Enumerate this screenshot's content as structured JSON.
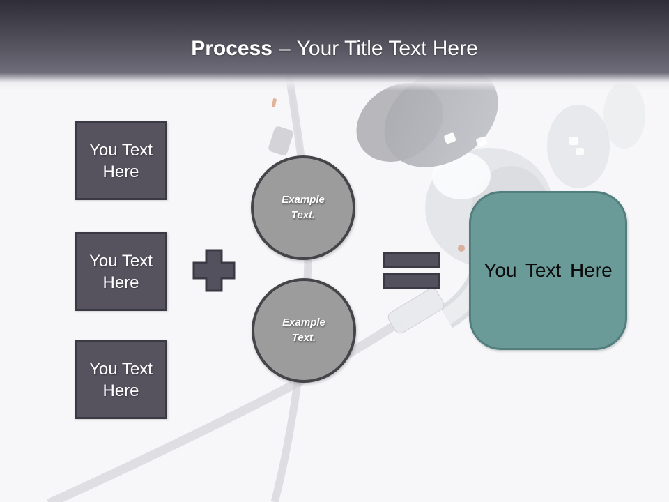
{
  "slide_title": {
    "emphasis": "Process",
    "dash": "–",
    "rest": "Your Title Text Here"
  },
  "left_boxes": [
    {
      "label": "You Text Here"
    },
    {
      "label": "You Text Here"
    },
    {
      "label": "You Text Here"
    }
  ],
  "circles": [
    {
      "label": "Example Text."
    },
    {
      "label": "Example Text."
    }
  ],
  "result_box": {
    "label": "You Text Here"
  },
  "background_photo": {
    "alt": "faded photo of in-ear headphones with cables"
  },
  "colors": {
    "header_top": "#2f2d38",
    "header_bottom": "#6e6c78",
    "slide_background": "#f7f7f9",
    "box_fill": "#56535f",
    "box_border": "#3b3943",
    "operator_fill": "#54515e",
    "operator_border": "#3b3943",
    "circle_fill": "#9c9c9c",
    "circle_border": "#454549",
    "result_fill": "#6a9b99",
    "result_border": "#527e7d",
    "title_text": "#ffffff",
    "box_text": "#ffffff",
    "circle_text": "#ffffff",
    "result_text": "#0b0b0b"
  }
}
